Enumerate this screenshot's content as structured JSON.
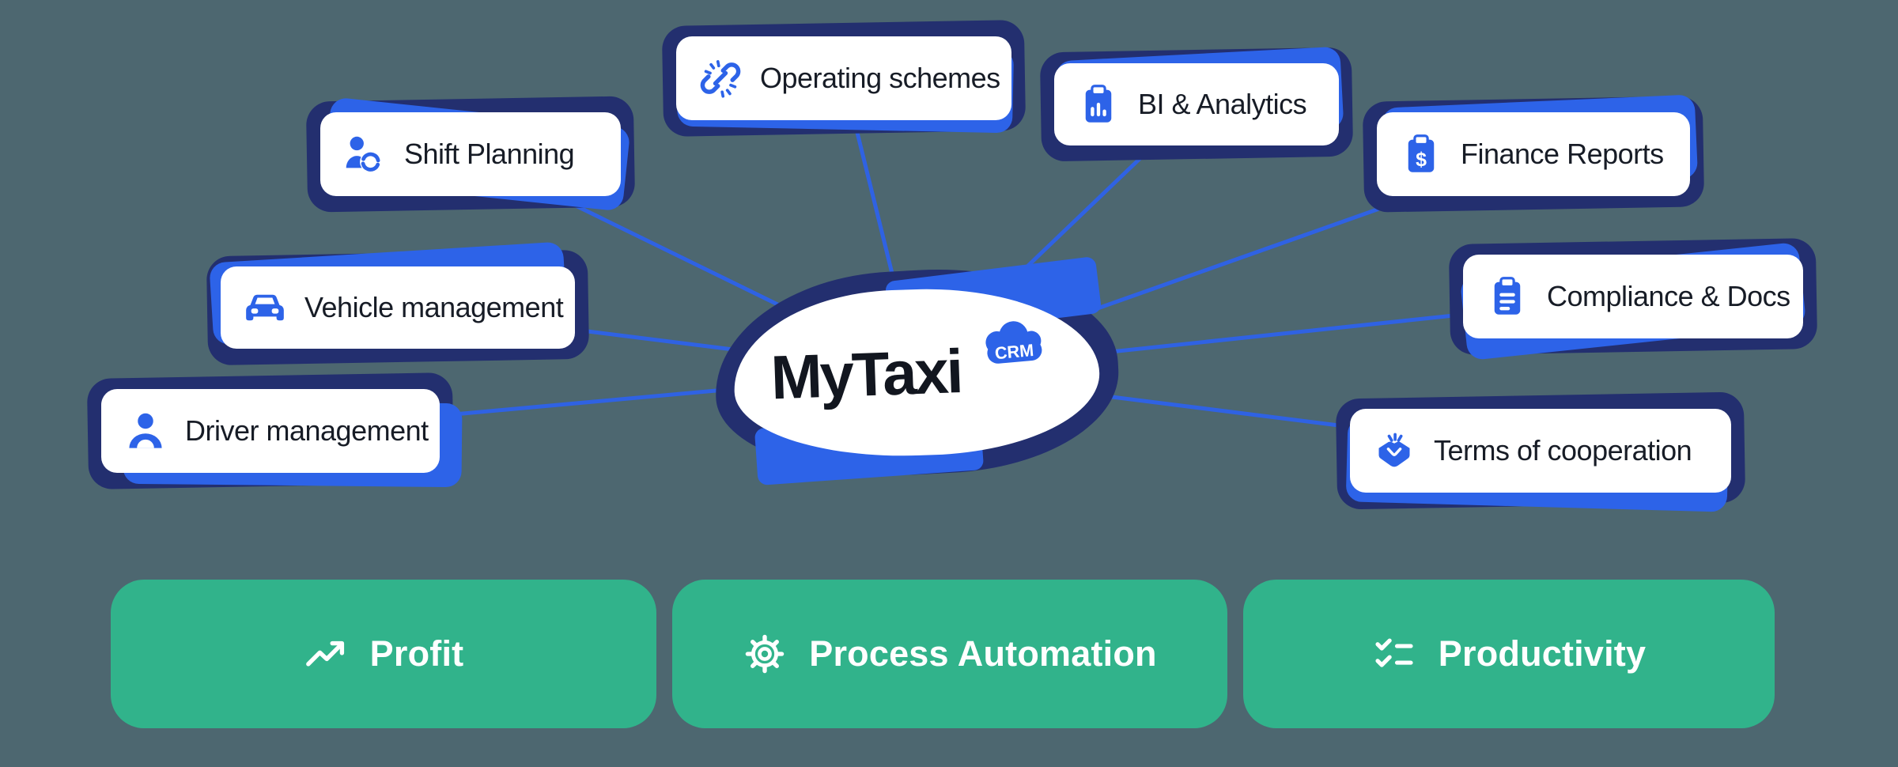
{
  "colors": {
    "background": "#4D6770",
    "accent_blue": "#2D63E8",
    "navy_shadow": "#232F6F",
    "connector_blue": "#2F62E3",
    "banner_green": "#31B38B",
    "card_bg": "#FFFFFF",
    "text_dark": "#171C26"
  },
  "hub": {
    "title": "MyTaxi",
    "badge": "CRM",
    "badge_shape": "cloud"
  },
  "cards": [
    {
      "label": "Shift Planning",
      "icon": "user-clock-icon"
    },
    {
      "label": "Operating schemes",
      "icon": "chain-link-icon"
    },
    {
      "label": "BI & Analytics",
      "icon": "clipboard-chart-icon"
    },
    {
      "label": "Finance Reports",
      "icon": "clipboard-dollar-icon",
      "icon_glyph": "$"
    },
    {
      "label": "Vehicle management",
      "icon": "car-icon"
    },
    {
      "label": "Compliance & Docs",
      "icon": "clipboard-text-icon"
    },
    {
      "label": "Driver management",
      "icon": "user-icon"
    },
    {
      "label": "Terms of cooperation",
      "icon": "handshake-icon"
    }
  ],
  "banners": [
    {
      "label": "Profit",
      "icon": "trending-up-icon"
    },
    {
      "label": "Process Automation",
      "icon": "gear-icon"
    },
    {
      "label": "Productivity",
      "icon": "checklist-icon"
    }
  ]
}
